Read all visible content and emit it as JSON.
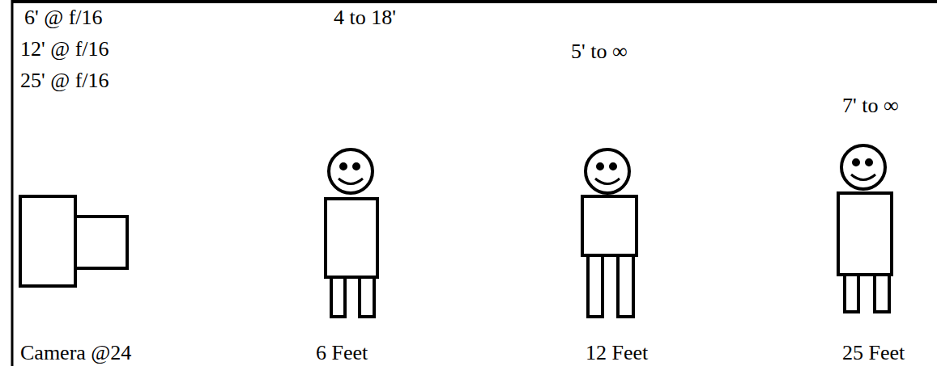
{
  "diagram": {
    "labels": [
      "6' @ f/16",
      "12' @ f/16",
      "25' @ f/16",
      "4 to 18'",
      "5' to ∞",
      "7' to ∞",
      "Camera @24",
      "6 Feet",
      "12 Feet",
      "25 Feet"
    ]
  }
}
